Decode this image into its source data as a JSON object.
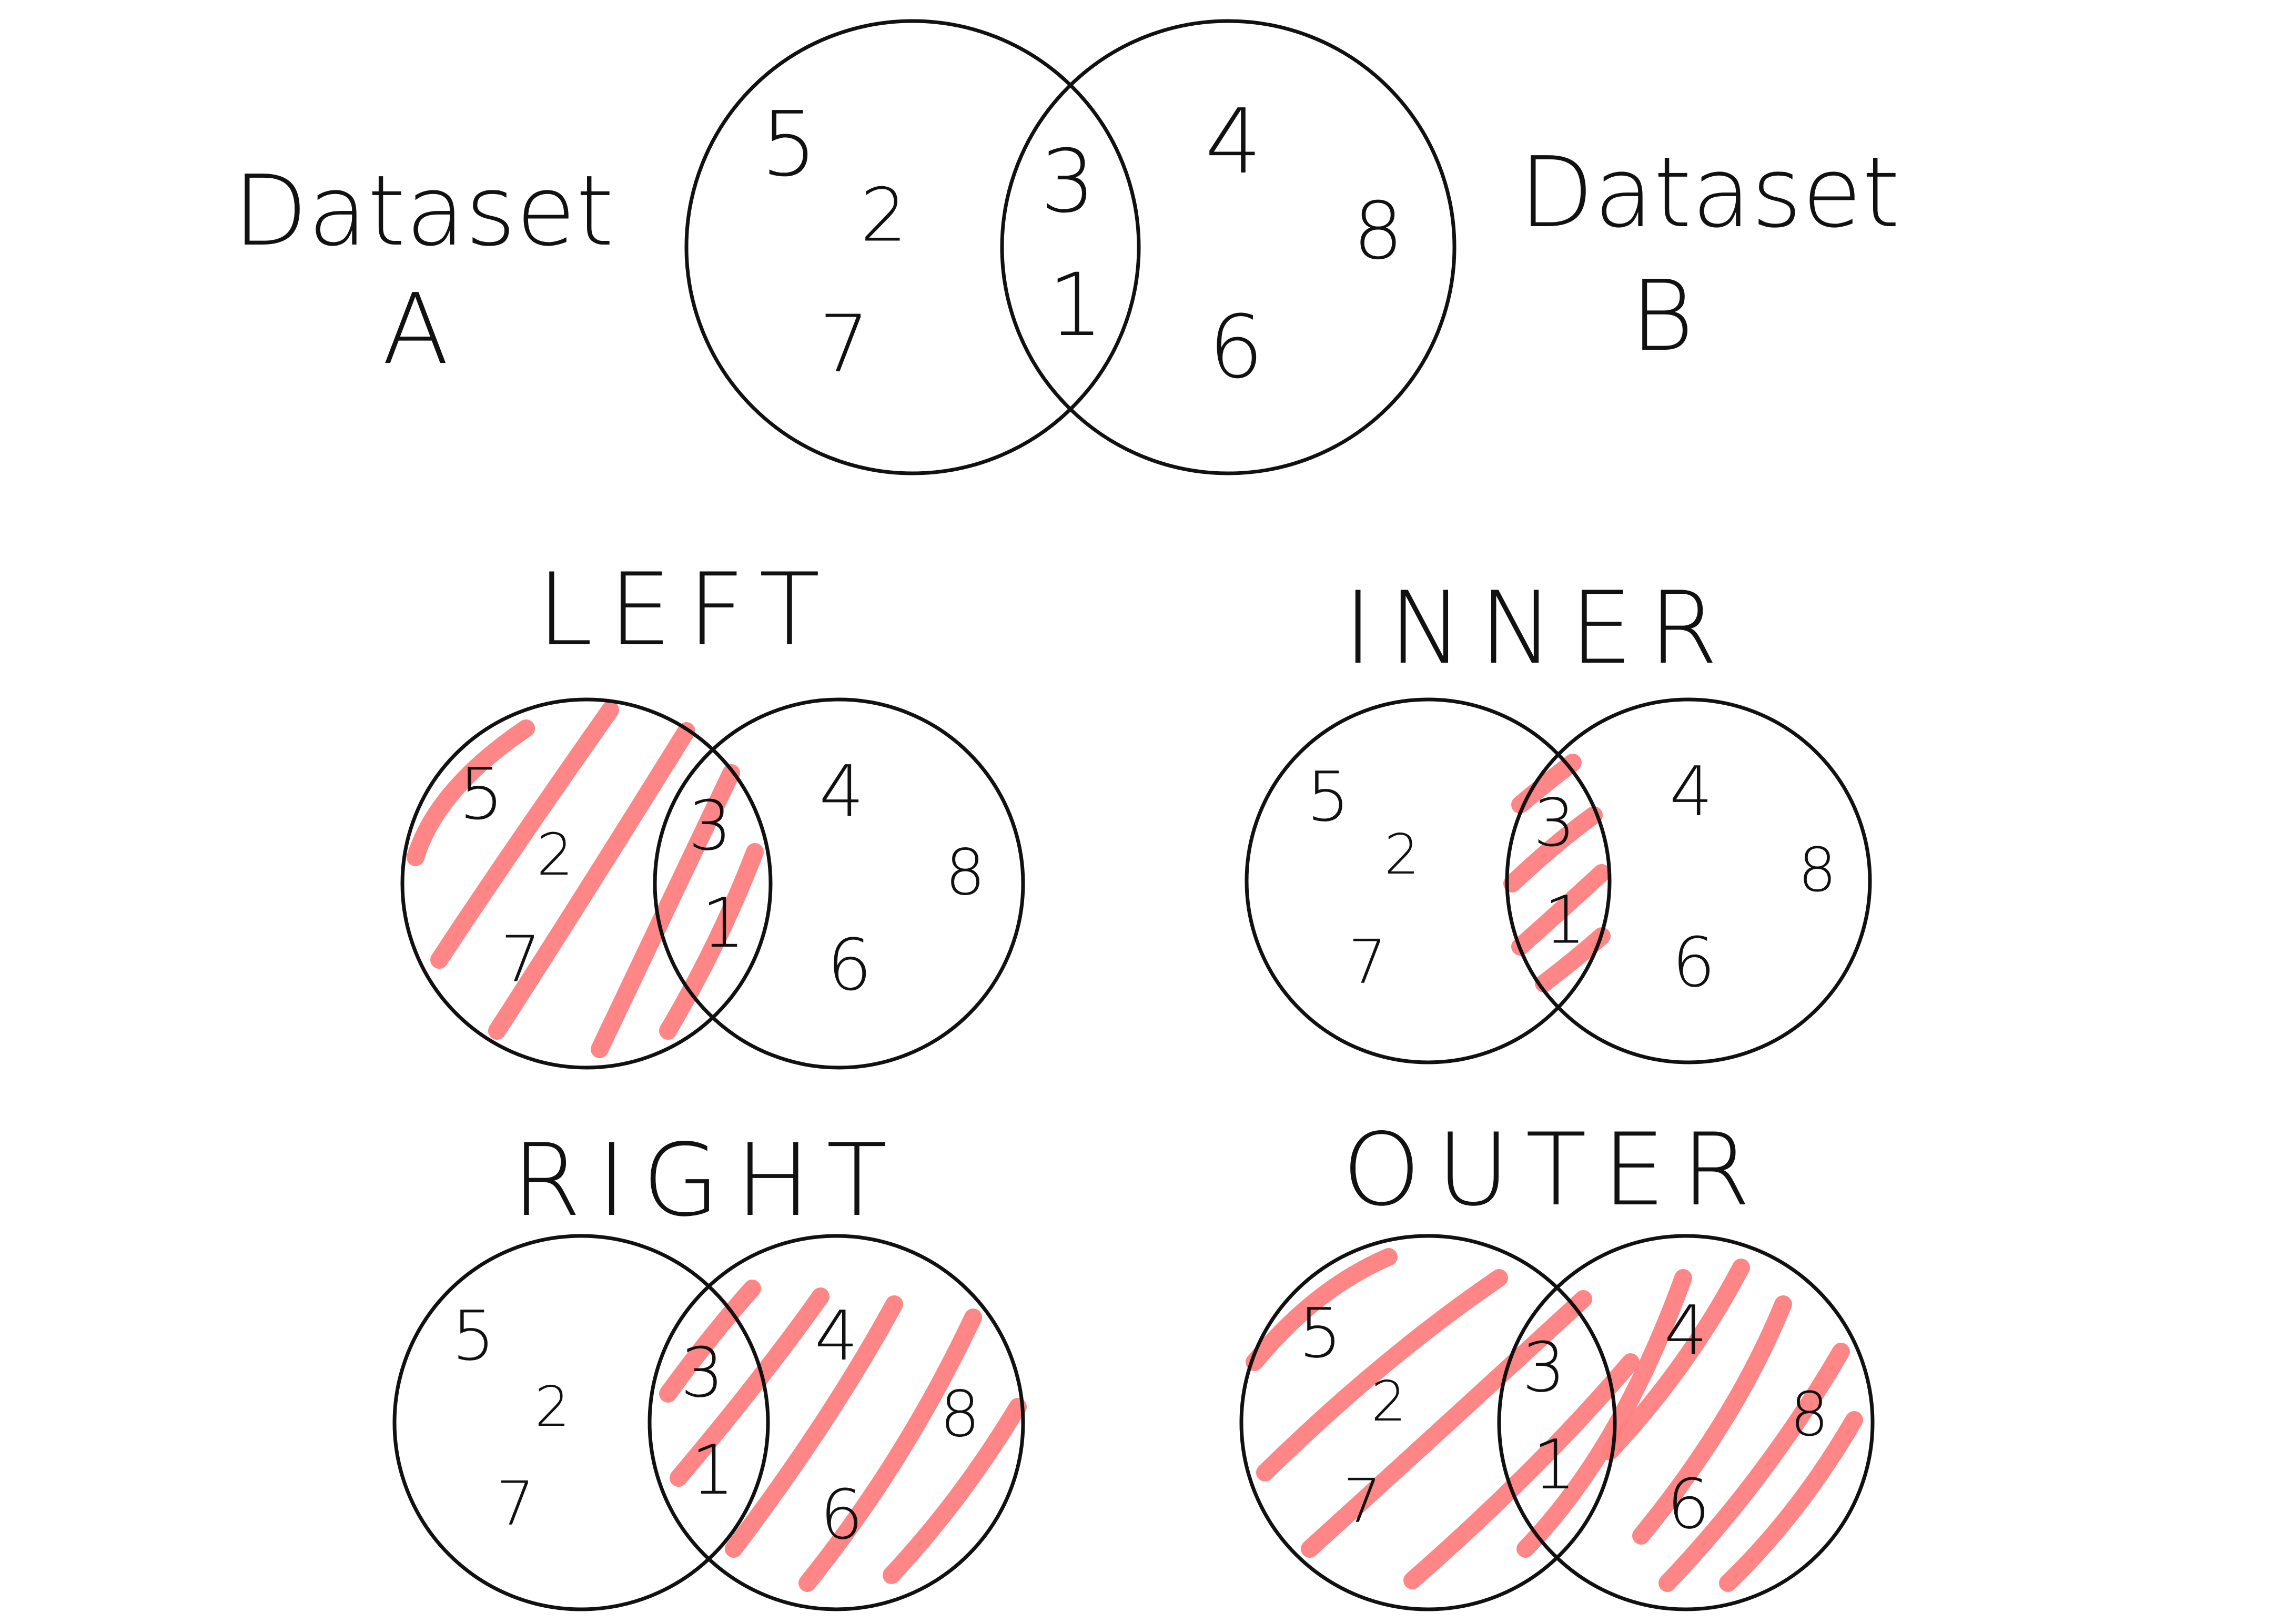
{
  "diagram": {
    "set_a_label": [
      "Dataset",
      "A"
    ],
    "set_b_label": [
      "Dataset",
      "B"
    ],
    "only_a": [
      "5",
      "2",
      "7"
    ],
    "both": [
      "3",
      "1"
    ],
    "only_b": [
      "4",
      "8",
      "6"
    ]
  },
  "joins": [
    {
      "id": "left",
      "label": "LEFT",
      "shaded": [
        "only_a",
        "both"
      ]
    },
    {
      "id": "inner",
      "label": "INNER",
      "shaded": [
        "both"
      ]
    },
    {
      "id": "right",
      "label": "RIGHT",
      "shaded": [
        "both",
        "only_b"
      ]
    },
    {
      "id": "outer",
      "label": "OUTER",
      "shaded": [
        "only_a",
        "both",
        "only_b"
      ]
    }
  ],
  "colors": {
    "outline": "#111111",
    "highlight": "#ff7f7f"
  }
}
